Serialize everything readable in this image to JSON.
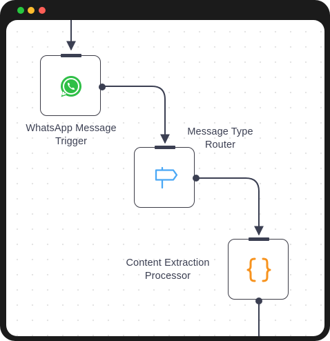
{
  "window": {
    "controls": [
      "close-dot",
      "minimize-dot",
      "maximize-dot"
    ],
    "colors": {
      "green": "#28c840",
      "yellow": "#febc2e",
      "red": "#ff5f57"
    }
  },
  "workflow": {
    "nodes": [
      {
        "id": "whatsapp-trigger",
        "icon": "whatsapp-icon",
        "label_line1": "WhatsApp Message",
        "label_line2": "Trigger"
      },
      {
        "id": "message-router",
        "icon": "signpost-icon",
        "label_line1": "Message Type",
        "label_line2": "Router"
      },
      {
        "id": "content-processor",
        "icon": "curly-braces-icon",
        "label_line1": "Content Extraction",
        "label_line2": "Processor"
      }
    ],
    "colors": {
      "whatsapp": "#2fbf47",
      "router_icon": "#4aa8f5",
      "braces_icon": "#f7931e",
      "wire": "#3b3f52"
    }
  }
}
